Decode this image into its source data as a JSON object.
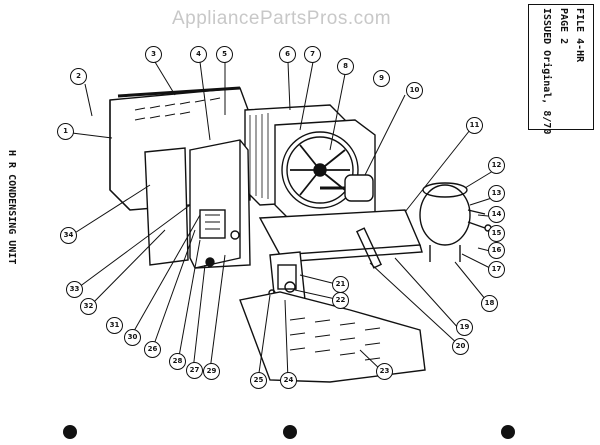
{
  "watermark": "AppliancePartsPros.com",
  "title_block": {
    "file": "FILE  4-HR",
    "page": "PAGE  2",
    "issued": "ISSUED  Original, 8/70"
  },
  "side_title": "H R CONDENSING UNIT",
  "callouts": [
    {
      "id": "c1",
      "label": "1"
    },
    {
      "id": "c2",
      "label": "2"
    },
    {
      "id": "c3",
      "label": "3"
    },
    {
      "id": "c4",
      "label": "4"
    },
    {
      "id": "c5",
      "label": "5"
    },
    {
      "id": "c6",
      "label": "6"
    },
    {
      "id": "c7",
      "label": "7"
    },
    {
      "id": "c8",
      "label": "8"
    },
    {
      "id": "c9",
      "label": "9"
    },
    {
      "id": "c10",
      "label": "10"
    },
    {
      "id": "c11",
      "label": "11"
    },
    {
      "id": "c12",
      "label": "12"
    },
    {
      "id": "c13",
      "label": "13"
    },
    {
      "id": "c14",
      "label": "14"
    },
    {
      "id": "c15",
      "label": "15"
    },
    {
      "id": "c16",
      "label": "16"
    },
    {
      "id": "c17",
      "label": "17"
    },
    {
      "id": "c18",
      "label": "18"
    },
    {
      "id": "c19",
      "label": "19"
    },
    {
      "id": "c20",
      "label": "20"
    },
    {
      "id": "c21",
      "label": "21"
    },
    {
      "id": "c22",
      "label": "22"
    },
    {
      "id": "c23",
      "label": "23"
    },
    {
      "id": "c24",
      "label": "24"
    },
    {
      "id": "c25",
      "label": "25"
    },
    {
      "id": "c26",
      "label": "26"
    },
    {
      "id": "c27",
      "label": "27"
    },
    {
      "id": "c28",
      "label": "28"
    },
    {
      "id": "c29",
      "label": "29"
    },
    {
      "id": "c30",
      "label": "30"
    },
    {
      "id": "c31",
      "label": "31"
    },
    {
      "id": "c32",
      "label": "32"
    },
    {
      "id": "c33",
      "label": "33"
    },
    {
      "id": "c34",
      "label": "34"
    }
  ]
}
